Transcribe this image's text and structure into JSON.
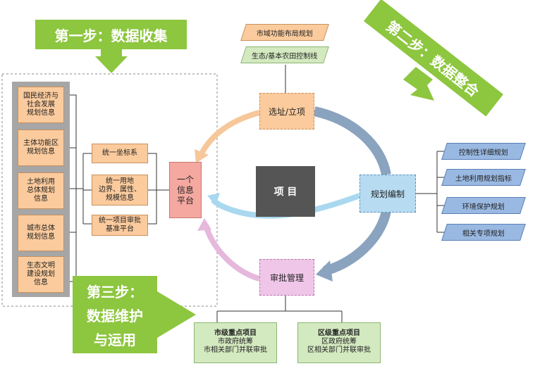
{
  "steps": {
    "step1": "第一步：数据收集",
    "step2": "第二步：数据整合",
    "step3_line1": "第三步：",
    "step3_line2": "数据维护",
    "step3_line3": "与运用"
  },
  "left_column": [
    "国民经济与\n社会发展\n规划信息",
    "主体功能区\n规划信息",
    "土地利用\n总体规划\n信息",
    "城市总体\n规划信息",
    "生态文明\n建设规划\n信息"
  ],
  "middle_column": [
    "统一坐标系",
    "统一用地\n边界、属性、\n规模信息",
    "统一项目审批\n基准平台"
  ],
  "platform": "一个\n信息\n平台",
  "project": "项 目",
  "top_inputs": [
    "市域功能布局规划",
    "生态/基本农田控制线"
  ],
  "cycle": {
    "site": "选址/立项",
    "planning": "规划编制",
    "approval": "审批管理"
  },
  "right_column": [
    "控制性详细规划",
    "土地利用规划指标",
    "环境保护规划",
    "相关专项规划"
  ],
  "bottom": [
    {
      "title": "市级重点项目",
      "line1": "市政府统筹",
      "line2": "市相关部门并联审批"
    },
    {
      "title": "区级重点项目",
      "line1": "区政府统筹",
      "line2": "区相关部门并联审批"
    }
  ],
  "colors": {
    "step_green": "#8dc63f",
    "dark_box": "#555555",
    "arrow_blue": "#8aa3bf",
    "arrow_orange": "#f6c79a",
    "arrow_light_blue": "#a9d8ef",
    "arrow_pink": "#e5b8dc"
  }
}
